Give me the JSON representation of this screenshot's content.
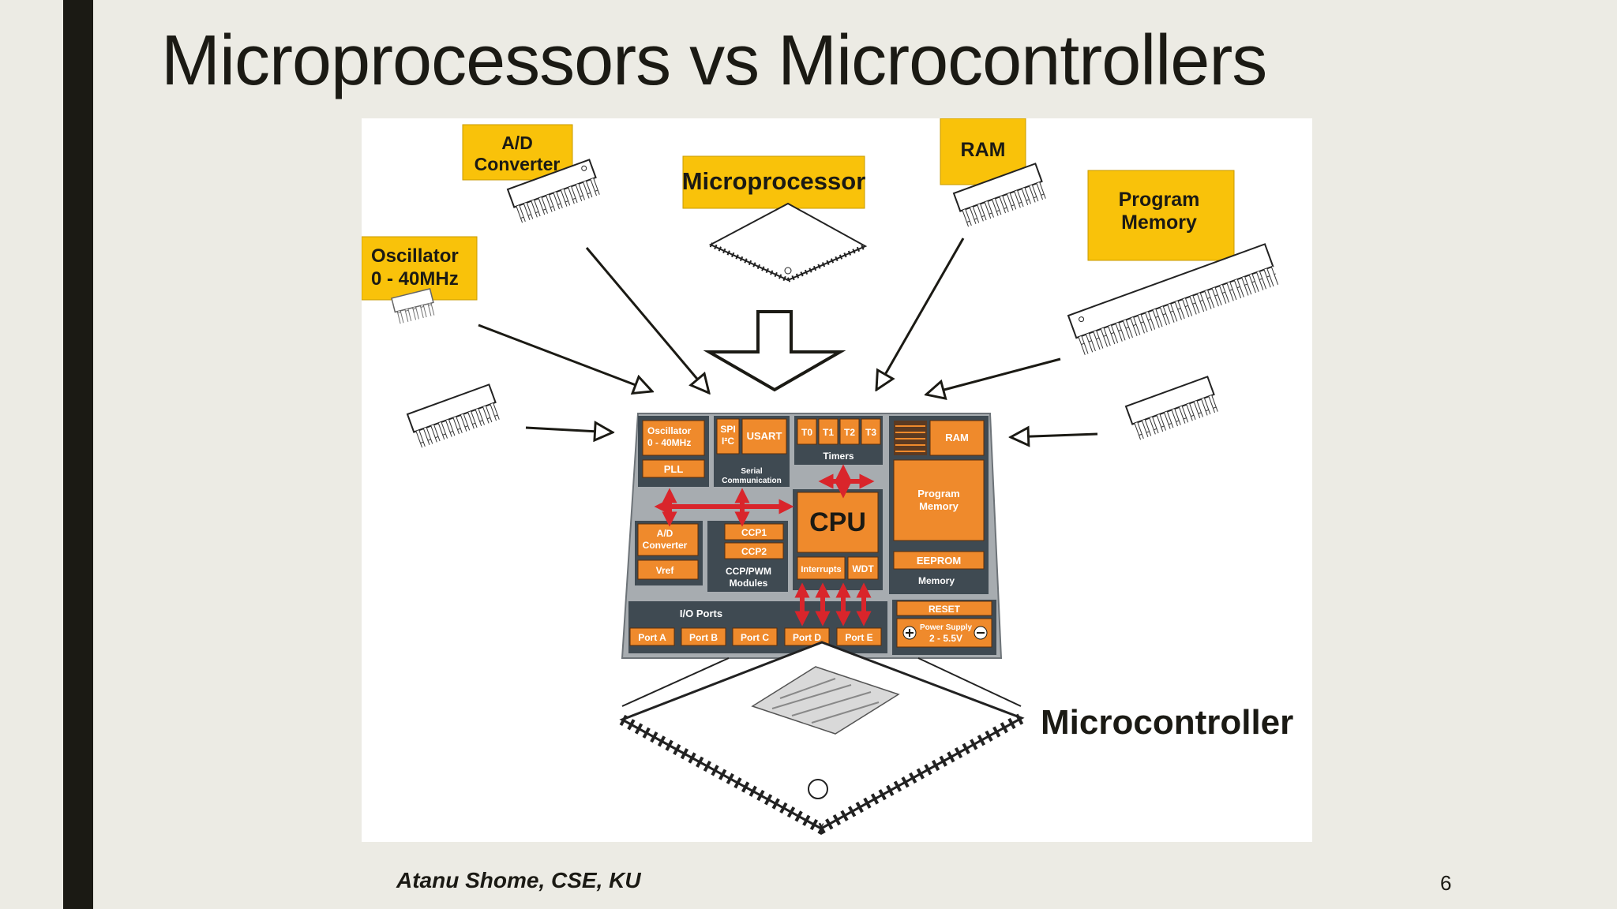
{
  "slide": {
    "title": "Microprocessors vs Microcontrollers",
    "footer": "Atanu Shome, CSE, KU",
    "page_number": "6"
  },
  "labels": {
    "ad_line1": "A/D",
    "ad_line2": "Converter",
    "microprocessor": "Microprocessor",
    "ram": "RAM",
    "program_line1": "Program",
    "program_line2": "Memory",
    "osc_line1": "Oscillator",
    "osc_line2": "0 - 40MHz",
    "microcontroller": "Microcontroller"
  },
  "board": {
    "osc_line1": "Oscillator",
    "osc_line2": "0 - 40MHz",
    "pll": "PLL",
    "spi_line1": "SPI",
    "spi_line2": "I²C",
    "usart": "USART",
    "serial_line1": "Serial",
    "serial_line2": "Communication",
    "t0": "T0",
    "t1": "T1",
    "t2": "T2",
    "t3": "T3",
    "timers": "Timers",
    "ram": "RAM",
    "prog_line1": "Program",
    "prog_line2": "Memory",
    "eeprom": "EEPROM",
    "memory": "Memory",
    "cpu": "CPU",
    "interrupts": "Interrupts",
    "wdt": "WDT",
    "ad_line1": "A/D",
    "ad_line2": "Converter",
    "vref": "Vref",
    "ccp1": "CCP1",
    "ccp2": "CCP2",
    "ccp_line1": "CCP/PWM",
    "ccp_line2": "Modules",
    "io_ports": "I/O Ports",
    "port_a": "Port A",
    "port_b": "Port B",
    "port_c": "Port C",
    "port_d": "Port D",
    "port_e": "Port E",
    "reset": "RESET",
    "power_line1": "Power Supply",
    "power_line2": "2 - 5.5V"
  },
  "colors": {
    "label_yellow": "#f9c20a",
    "module_orange": "#ef8a2c",
    "board_gray": "#3f4a52",
    "arrow_red": "#d9252b",
    "dark": "#1b1a14"
  }
}
